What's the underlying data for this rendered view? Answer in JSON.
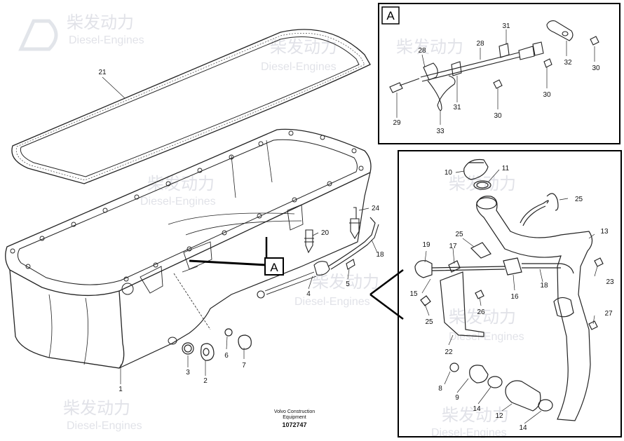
{
  "watermark": {
    "brand": "柴发动力",
    "sub": "Diesel-Engines"
  },
  "detail_box_label": "A",
  "footer": {
    "line1": "Volvo Construction",
    "line2": "Equipment",
    "part_no": "1072747"
  },
  "callouts": {
    "c21": "21",
    "c1": "1",
    "c3": "3",
    "c2": "2",
    "c6": "6",
    "c7": "7",
    "c4": "4",
    "c5": "5",
    "c20": "20",
    "c24": "24",
    "c18": "18",
    "cA": "A",
    "a31a": "31",
    "a28a": "28",
    "a28b": "28",
    "a32": "32",
    "a30a": "30",
    "a30b": "30",
    "a30c": "30",
    "a29": "29",
    "a31b": "31",
    "a33": "33",
    "b10": "10",
    "b11": "11",
    "b25a": "25",
    "b13": "13",
    "b25b": "25",
    "b17": "17",
    "b19": "19",
    "b15": "15",
    "b25c": "25",
    "b16": "16",
    "b26": "26",
    "b18": "18",
    "b23": "23",
    "b27": "27",
    "b22": "22",
    "b8": "8",
    "b9": "9",
    "b14a": "14",
    "b14b": "14",
    "b12": "12"
  }
}
